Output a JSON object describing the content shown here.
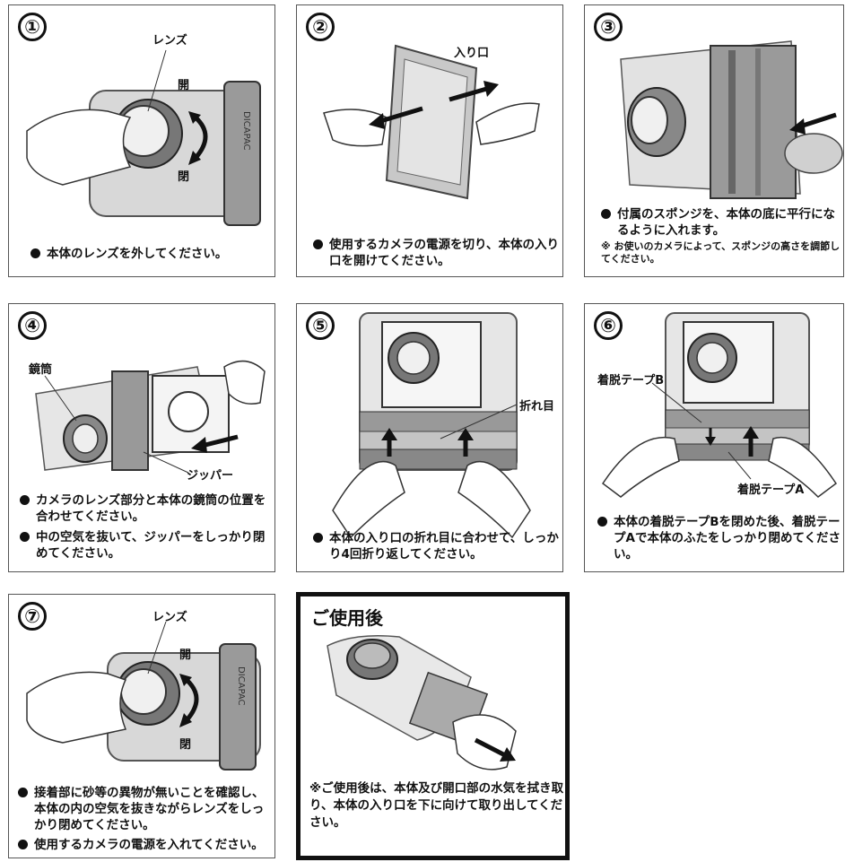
{
  "panels": [
    {
      "num": "①",
      "labels": {
        "lens": "レンズ",
        "open": "開",
        "close": "閉"
      },
      "captions": [
        "本体のレンズを外してください。"
      ]
    },
    {
      "num": "②",
      "labels": {
        "entrance": "入り口"
      },
      "captions": [
        "使用するカメラの電源を切り、本体の入り口を開けてください。"
      ]
    },
    {
      "num": "③",
      "labels": {},
      "captions": [
        "付属のスポンジを、本体の底に平行になるように入れます。"
      ],
      "note": "※ お使いのカメラによって、スポンジの高さを調節してください。"
    },
    {
      "num": "④",
      "labels": {
        "barrel": "鏡筒",
        "zipper": "ジッパー"
      },
      "captions": [
        "カメラのレンズ部分と本体の鏡筒の位置を合わせてください。",
        "中の空気を抜いて、ジッパーをしっかり閉めてください。"
      ]
    },
    {
      "num": "⑤",
      "labels": {
        "fold": "折れ目"
      },
      "captions": [
        "本体の入り口の折れ目に合わせて、しっかり4回折り返してください。"
      ]
    },
    {
      "num": "⑥",
      "labels": {
        "tapeB": "着脱テープB",
        "tapeA": "着脱テープA"
      },
      "captions": [
        "本体の着脱テープBを閉めた後、着脱テープAで本体のふたをしっかり閉めてください。"
      ]
    },
    {
      "num": "⑦",
      "labels": {
        "lens": "レンズ",
        "open": "開",
        "close": "閉"
      },
      "captions": [
        "接着部に砂等の異物が無いことを確認し、本体の内の空気を抜きながらレンズをしっかり閉めてください。",
        "使用するカメラの電源を入れてください。"
      ]
    }
  ],
  "after": {
    "title": "ご使用後",
    "note": "※ご使用後は、本体及び開口部の水気を拭き取り、本体の入り口を下に向けて取り出してください。"
  },
  "brand_text": "DICAPAC"
}
